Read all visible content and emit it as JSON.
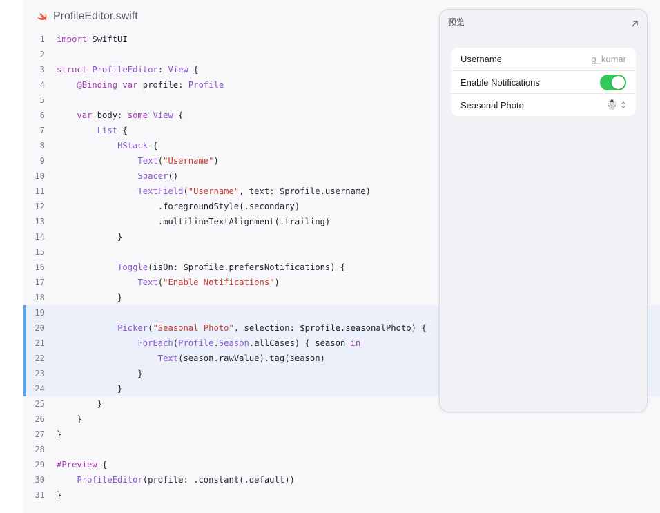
{
  "file": {
    "name": "ProfileEditor.swift"
  },
  "preview": {
    "title": "预览",
    "rows": [
      {
        "label": "Username",
        "value": "g_kumar"
      },
      {
        "label": "Enable Notifications",
        "toggle_on": true
      },
      {
        "label": "Seasonal Photo",
        "value": "☃️"
      }
    ]
  },
  "code": {
    "highlighted_lines": [
      19,
      20,
      21,
      22,
      23,
      24
    ],
    "lines": [
      [
        [
          "k",
          "import"
        ],
        [
          "p",
          " SwiftUI"
        ]
      ],
      [],
      [
        [
          "k",
          "struct"
        ],
        [
          "p",
          " "
        ],
        [
          "t",
          "ProfileEditor"
        ],
        [
          "p",
          ": "
        ],
        [
          "t",
          "View"
        ],
        [
          "p",
          " {"
        ]
      ],
      [
        [
          "p",
          "    "
        ],
        [
          "k",
          "@Binding"
        ],
        [
          "p",
          " "
        ],
        [
          "k",
          "var"
        ],
        [
          "p",
          " profile: "
        ],
        [
          "t",
          "Profile"
        ]
      ],
      [],
      [
        [
          "p",
          "    "
        ],
        [
          "k",
          "var"
        ],
        [
          "p",
          " body: "
        ],
        [
          "k",
          "some"
        ],
        [
          "p",
          " "
        ],
        [
          "t",
          "View"
        ],
        [
          "p",
          " {"
        ]
      ],
      [
        [
          "p",
          "        "
        ],
        [
          "t",
          "List"
        ],
        [
          "p",
          " {"
        ]
      ],
      [
        [
          "p",
          "            "
        ],
        [
          "t",
          "HStack"
        ],
        [
          "p",
          " {"
        ]
      ],
      [
        [
          "p",
          "                "
        ],
        [
          "t",
          "Text"
        ],
        [
          "p",
          "("
        ],
        [
          "s",
          "\"Username\""
        ],
        [
          "p",
          ")"
        ]
      ],
      [
        [
          "p",
          "                "
        ],
        [
          "t",
          "Spacer"
        ],
        [
          "p",
          "()"
        ]
      ],
      [
        [
          "p",
          "                "
        ],
        [
          "t",
          "TextField"
        ],
        [
          "p",
          "("
        ],
        [
          "s",
          "\"Username\""
        ],
        [
          "p",
          ", text: $profile.username)"
        ]
      ],
      [
        [
          "p",
          "                    .foregroundStyle(.secondary)"
        ]
      ],
      [
        [
          "p",
          "                    .multilineTextAlignment(.trailing)"
        ]
      ],
      [
        [
          "p",
          "            }"
        ]
      ],
      [],
      [
        [
          "p",
          "            "
        ],
        [
          "t",
          "Toggle"
        ],
        [
          "p",
          "(isOn: $profile.prefersNotifications) {"
        ]
      ],
      [
        [
          "p",
          "                "
        ],
        [
          "t",
          "Text"
        ],
        [
          "p",
          "("
        ],
        [
          "s",
          "\"Enable Notifications\""
        ],
        [
          "p",
          ")"
        ]
      ],
      [
        [
          "p",
          "            }"
        ]
      ],
      [],
      [
        [
          "p",
          "            "
        ],
        [
          "t",
          "Picker"
        ],
        [
          "p",
          "("
        ],
        [
          "s",
          "\"Seasonal Photo\""
        ],
        [
          "p",
          ", selection: $profile.seasonalPhoto) {"
        ]
      ],
      [
        [
          "p",
          "                "
        ],
        [
          "t",
          "ForEach"
        ],
        [
          "p",
          "("
        ],
        [
          "t",
          "Profile"
        ],
        [
          "p",
          "."
        ],
        [
          "t",
          "Season"
        ],
        [
          "p",
          ".allCases) { season "
        ],
        [
          "k",
          "in"
        ]
      ],
      [
        [
          "p",
          "                    "
        ],
        [
          "t",
          "Text"
        ],
        [
          "p",
          "(season.rawValue).tag(season)"
        ]
      ],
      [
        [
          "p",
          "                }"
        ]
      ],
      [
        [
          "p",
          "            }"
        ]
      ],
      [
        [
          "p",
          "        }"
        ]
      ],
      [
        [
          "p",
          "    }"
        ]
      ],
      [
        [
          "p",
          "}"
        ]
      ],
      [],
      [
        [
          "k",
          "#Preview"
        ],
        [
          "p",
          " {"
        ]
      ],
      [
        [
          "p",
          "    "
        ],
        [
          "t",
          "ProfileEditor"
        ],
        [
          "p",
          "(profile: .constant(.default))"
        ]
      ],
      [
        [
          "p",
          "}"
        ]
      ]
    ]
  },
  "colors": {
    "accent_highlight_bar": "#59a4ed",
    "toggle_on": "#34c759",
    "keyword": "#a23fae",
    "type": "#8a56cc",
    "string": "#c73a2c"
  },
  "icons": {
    "file": "swift-logo-icon",
    "expand": "arrow-up-right-icon",
    "picker": "chevron-up-down-icon"
  }
}
